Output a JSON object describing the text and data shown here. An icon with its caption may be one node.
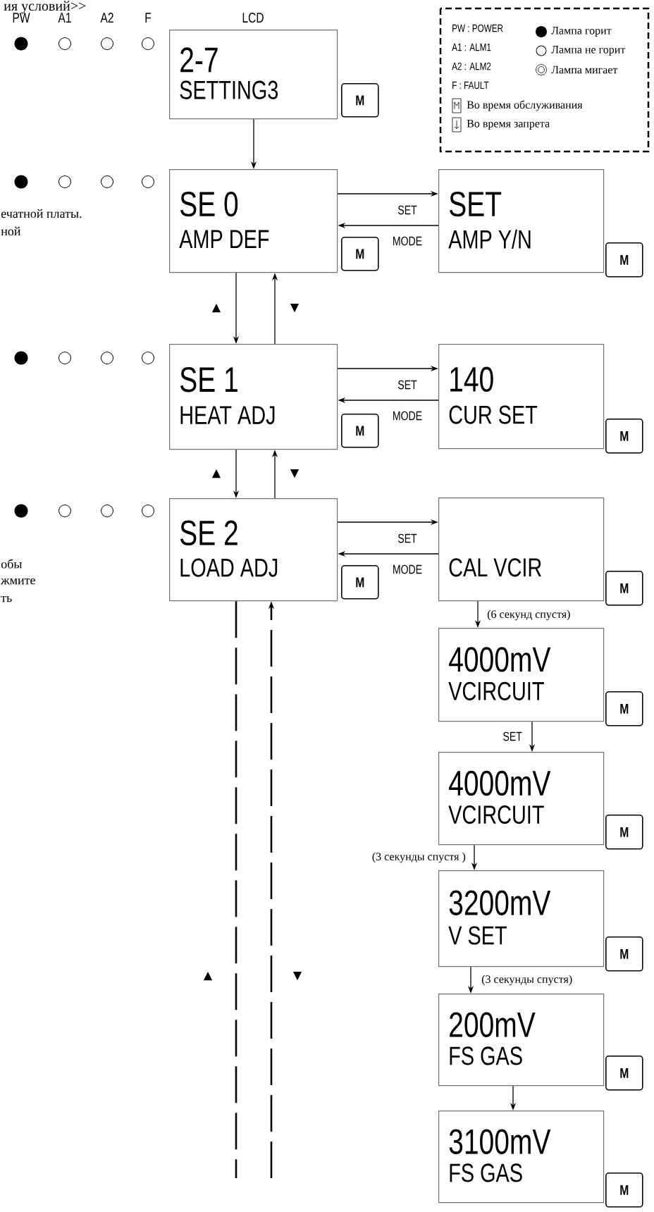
{
  "diagram": {
    "nodes": [
      {
        "text": [
          "2-7",
          "SETTING3"
        ],
        "beside": [
          "LCD"
        ]
      },
      {
        "text": [
          "M"
        ]
      },
      {
        "text": [
          "SE 0",
          "AMP DEF"
        ]
      },
      {
        "text": [
          "M"
        ]
      },
      {
        "text": [
          "SET",
          "AMP Y/N"
        ]
      },
      {
        "text": [
          "M"
        ]
      },
      {
        "text": [
          "SE 1",
          "HEAT ADJ"
        ]
      },
      {
        "text": [
          "M"
        ]
      },
      {
        "text": [
          "140",
          "CUR SET"
        ]
      },
      {
        "text": [
          "M"
        ]
      },
      {
        "text": [
          "SE 2",
          "LOAD ADJ"
        ]
      },
      {
        "text": [
          "M"
        ]
      },
      {
        "text": [
          "CAL VCIR"
        ]
      },
      {
        "text": [
          "M"
        ]
      },
      {
        "text": [
          "4000mV",
          "VCIRCUIT"
        ]
      },
      {
        "text": [
          "M"
        ]
      },
      {
        "text": [
          "4000mV",
          "VCIRCUIT"
        ]
      },
      {
        "text": [
          "M"
        ]
      },
      {
        "text": [
          "3200mV",
          "V SET"
        ]
      },
      {
        "text": [
          "M"
        ]
      },
      {
        "text": [
          "200mV",
          "FS GAS"
        ]
      },
      {
        "text": [
          "M"
        ]
      },
      {
        "text": [
          "3100mV",
          "FS GAS"
        ]
      },
      {
        "text": [
          "M"
        ]
      }
    ],
    "edges": [
      {
        "from": 0,
        "to": 2,
        "arrow": "to"
      },
      {
        "from": 2,
        "to": 6,
        "arrow": "to",
        "label": "▲"
      },
      {
        "from": 6,
        "to": 2,
        "arrow": "to",
        "label": "▼"
      },
      {
        "from": 2,
        "to": 4,
        "arrow": "to",
        "label": "SET"
      },
      {
        "from": 4,
        "to": 2,
        "arrow": "to",
        "label": "MODE"
      },
      {
        "from": 6,
        "to": 10,
        "arrow": "to",
        "label": "▲"
      },
      {
        "from": 10,
        "to": 6,
        "arrow": "to",
        "label": "▼"
      },
      {
        "from": 6,
        "to": 8,
        "arrow": "to",
        "label": "SET"
      },
      {
        "from": 8,
        "to": 6,
        "arrow": "to",
        "label": "MODE"
      },
      {
        "from": 10,
        "to": 12,
        "arrow": "to",
        "label": "SET"
      },
      {
        "from": 12,
        "to": 10,
        "arrow": "to",
        "label": "MODE"
      },
      {
        "from": 10,
        "to": null,
        "arrow": "none",
        "style": "dashed",
        "label": "▲"
      },
      {
        "from": null,
        "to": 10,
        "arrow": "to",
        "style": "dashed",
        "label": "▼"
      },
      {
        "from": 12,
        "to": 14,
        "arrow": "to",
        "label": "(6 секунд спустя)"
      },
      {
        "from": 14,
        "to": 16,
        "arrow": "to",
        "label": "SET"
      },
      {
        "from": 16,
        "to": 18,
        "arrow": "to",
        "label": "(3 секунды спустя )"
      },
      {
        "from": 18,
        "to": 20,
        "arrow": "to",
        "label": "(3 секунды спустя)"
      },
      {
        "from": 20,
        "to": 22,
        "arrow": "to"
      }
    ],
    "labels": [
      "ия условий>>",
      "PW",
      "A1",
      "A2",
      "F",
      "PW : POWER",
      "A1 : ALM1",
      "A2 : ALM2",
      "F : FAULT",
      "ечатной платы.",
      "ной",
      "обы",
      "жмите",
      "ть"
    ],
    "legend": [
      {
        "text": "Лампа горит"
      },
      {
        "text": "Лампа не горит"
      },
      {
        "text": "Лампа мигает"
      },
      {
        "text": "Во время обслуживания"
      },
      {
        "text": "Во время запрета"
      }
    ]
  }
}
